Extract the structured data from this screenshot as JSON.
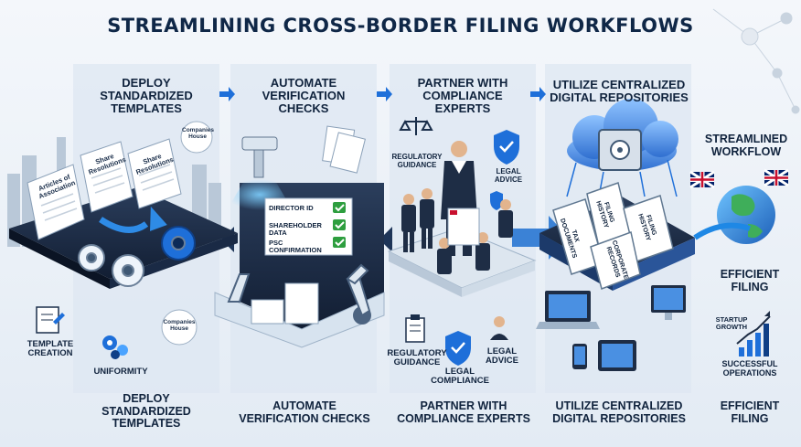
{
  "title": "STREAMLINING CROSS-BORDER FILING WORKFLOWS",
  "steps": [
    {
      "heading": "DEPLOY\nSTANDARDIZED\nTEMPLATES",
      "footer": "DEPLOY\nSTANDARDIZED\nTEMPLATES",
      "docs": [
        "Articles of Association",
        "Share Resolutions",
        "Share Resolutions"
      ],
      "labels": [
        "Companies House",
        "TEMPLATE\nCREATION",
        "UNIFORMITY",
        "Companies House"
      ]
    },
    {
      "heading": "AUTOMATE\nVERIFICATION\nCHECKS",
      "footer": "AUTOMATE\nVERIFICATION CHECKS",
      "checklist": [
        "DIRECTOR ID",
        "SHAREHOLDER DATA",
        "PSC CONFIRMATION"
      ]
    },
    {
      "heading": "PARTNER WITH\nCOMPLIANCE\nEXPERTS",
      "footer": "PARTNER WITH\nCOMPLIANCE EXPERTS",
      "labels": [
        "REGULATORY\nGUIDANCE",
        "LEGAL\nADVICE",
        "REGULATORY\nGUIDANCE",
        "LEGAL\nCOMPLIANCE",
        "LEGAL\nADVICE"
      ]
    },
    {
      "heading": "UTILIZE CENTRALIZED\nDIGITAL REPOSITORIES",
      "footer": "UTILIZE CENTRALIZED\nDIGITAL REPOSITORIES",
      "folders": [
        "TAX DOCUMENTS",
        "FILING HISTORY",
        "FILING HISTORY",
        "CORPORATE RECORDS"
      ]
    }
  ],
  "outcome": {
    "streamlined": "STREAMLINED\nWORKFLOW",
    "efficient": "EFFICIENT\nFILING",
    "growth": "STARTUP\nGROWTH",
    "operations": "SUCCESSFUL\nOPERATIONS",
    "footer": "EFFICIENT\nFILING"
  },
  "colors": {
    "navy": "#0f2747",
    "accent": "#1e88e5",
    "check": "#2e9e3f",
    "panel": "#dfe9f3"
  }
}
